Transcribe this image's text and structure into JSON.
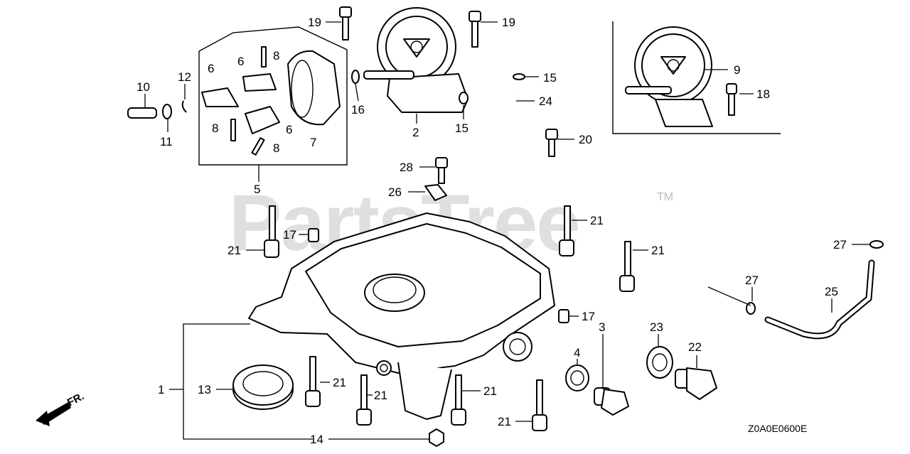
{
  "watermark": {
    "text": "PartsTree",
    "trademark": "TM"
  },
  "diagram_code": "Z0A0E0600E",
  "direction_indicator": "FR.",
  "callouts": [
    {
      "id": "c19a",
      "text": "19"
    },
    {
      "id": "c19b",
      "text": "19"
    },
    {
      "id": "c15a",
      "text": "15"
    },
    {
      "id": "c24",
      "text": "24"
    },
    {
      "id": "c16",
      "text": "16"
    },
    {
      "id": "c2",
      "text": "2"
    },
    {
      "id": "c15b",
      "text": "15"
    },
    {
      "id": "c9",
      "text": "9"
    },
    {
      "id": "c18",
      "text": "18"
    },
    {
      "id": "c10",
      "text": "10"
    },
    {
      "id": "c12",
      "text": "12"
    },
    {
      "id": "c11",
      "text": "11"
    },
    {
      "id": "c6a",
      "text": "6"
    },
    {
      "id": "c6b",
      "text": "6"
    },
    {
      "id": "c6c",
      "text": "6"
    },
    {
      "id": "c8a",
      "text": "8"
    },
    {
      "id": "c8b",
      "text": "8"
    },
    {
      "id": "c8c",
      "text": "8"
    },
    {
      "id": "c7",
      "text": "7"
    },
    {
      "id": "c5",
      "text": "5"
    },
    {
      "id": "c20",
      "text": "20"
    },
    {
      "id": "c28",
      "text": "28"
    },
    {
      "id": "c26",
      "text": "26"
    },
    {
      "id": "c17a",
      "text": "17"
    },
    {
      "id": "c21a",
      "text": "21"
    },
    {
      "id": "c21b",
      "text": "21"
    },
    {
      "id": "c21c",
      "text": "21"
    },
    {
      "id": "c27a",
      "text": "27"
    },
    {
      "id": "c27b",
      "text": "27"
    },
    {
      "id": "c25",
      "text": "25"
    },
    {
      "id": "c17b",
      "text": "17"
    },
    {
      "id": "c3",
      "text": "3"
    },
    {
      "id": "c4",
      "text": "4"
    },
    {
      "id": "c23",
      "text": "23"
    },
    {
      "id": "c22",
      "text": "22"
    },
    {
      "id": "c1",
      "text": "1"
    },
    {
      "id": "c13",
      "text": "13"
    },
    {
      "id": "c21d",
      "text": "21"
    },
    {
      "id": "c21e",
      "text": "21"
    },
    {
      "id": "c21f",
      "text": "21"
    },
    {
      "id": "c21g",
      "text": "21"
    },
    {
      "id": "c14",
      "text": "14"
    }
  ]
}
